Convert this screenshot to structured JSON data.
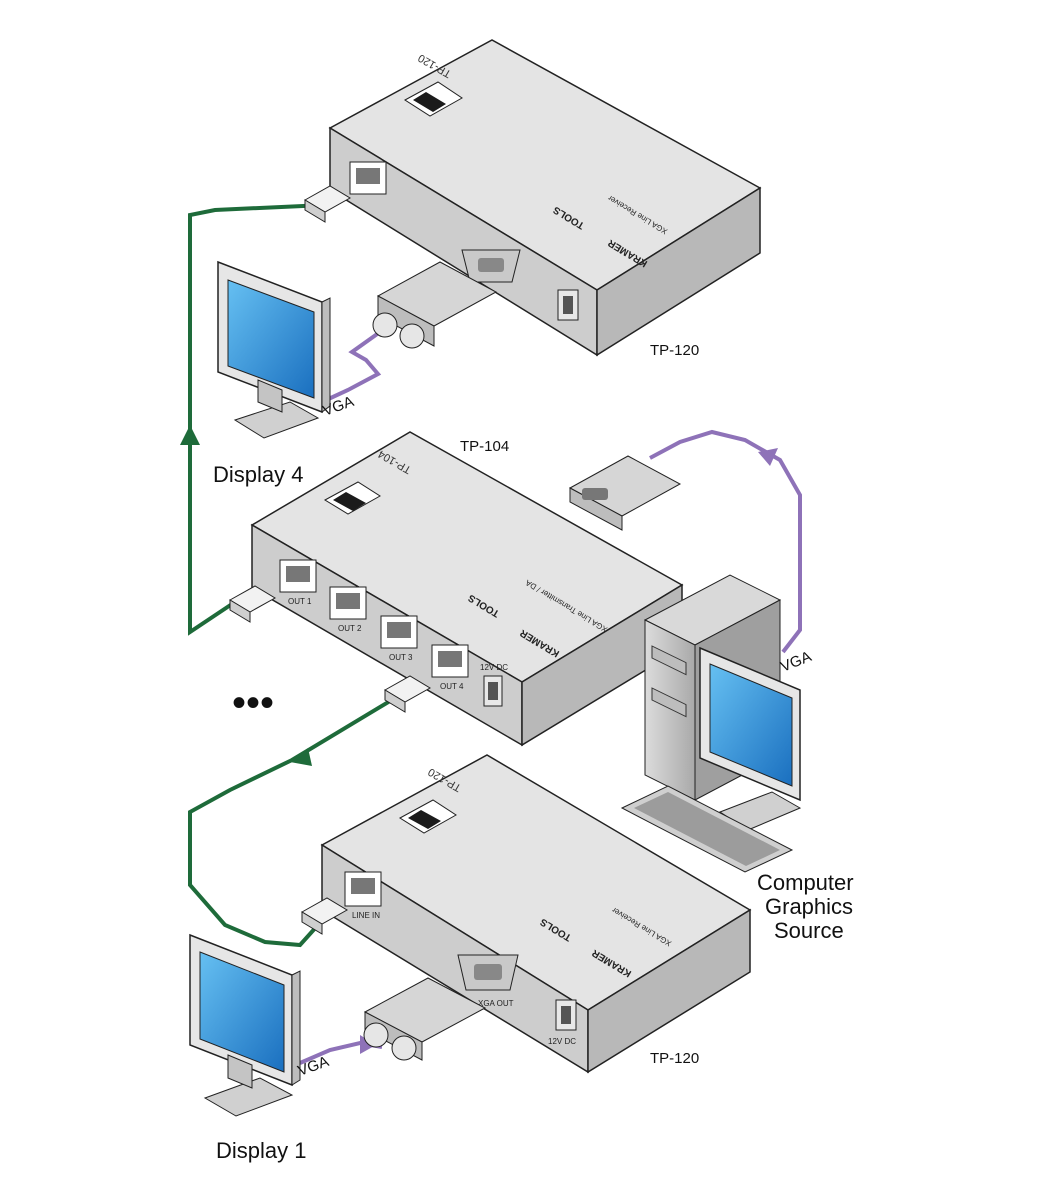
{
  "devices": {
    "top_receiver": {
      "label": "TP-120",
      "model_mark": "TP-120",
      "product_line": "XGA Line Receiver",
      "brand": "KRAMER",
      "series": "TOOLS"
    },
    "transmitter": {
      "label": "TP-104",
      "model_mark": "TP-104",
      "product_line": "XGA Line Transmitter / DA",
      "brand": "KRAMER",
      "series": "TOOLS",
      "ports": [
        "OUT 1",
        "OUT 2",
        "OUT 3",
        "OUT 4"
      ],
      "power": "12V DC"
    },
    "bottom_receiver": {
      "label": "TP-120",
      "model_mark": "TP-120",
      "product_line": "XGA Line Receiver",
      "brand": "KRAMER",
      "series": "TOOLS",
      "input_port": "LINE IN",
      "output_port": "XGA OUT",
      "power": "12V DC"
    }
  },
  "displays": {
    "display_4": "Display 4",
    "display_1": "Display 1"
  },
  "source": {
    "line1": "Computer",
    "line2": "Graphics",
    "line3": "Source"
  },
  "cable_labels": {
    "vga_top": "VGA",
    "vga_source": "VGA",
    "vga_bottom": "VGA"
  },
  "ellipsis": "•••",
  "colors": {
    "twisted_pair": "#1e6b3a",
    "vga": "#8e72b8",
    "device_top": "#e3e3e3",
    "device_front": "#cfcfcf",
    "device_side": "#b9b9b9",
    "screen": "#2a8fd6"
  }
}
